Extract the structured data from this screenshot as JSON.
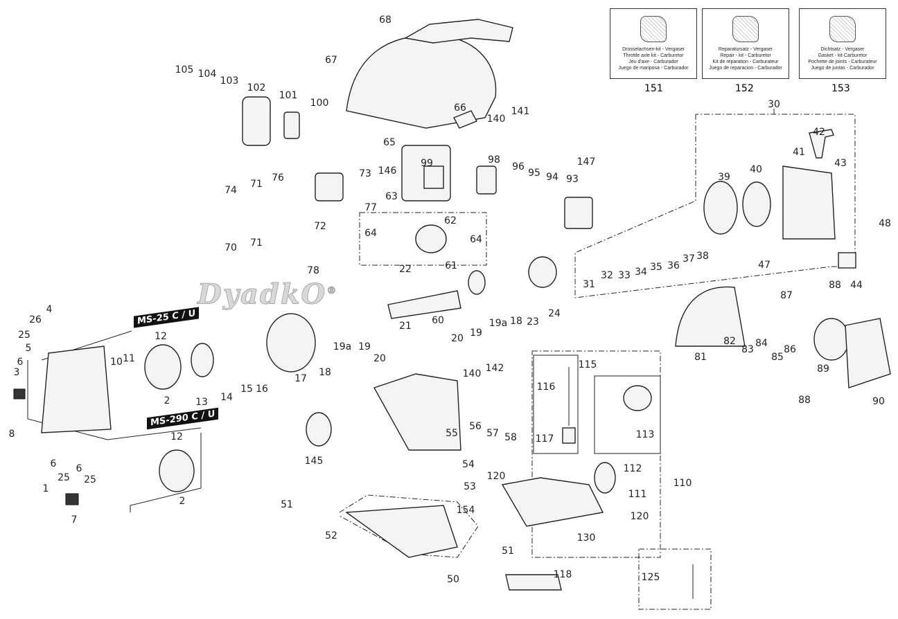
{
  "kits": [
    {
      "number": "151",
      "lines": [
        "Drosselachsen-kit - Vergaser",
        "Throttle axle kit - Carburetor",
        "Jeu d'axe - Carburador",
        "Juego de mariposa - Carburador"
      ]
    },
    {
      "number": "152",
      "lines": [
        "Reparatursatz - Vergaser",
        "Repair - kit - Carburetor",
        "Kit de réparation - Carburateur",
        "Juego de reparacion - Carburador"
      ]
    },
    {
      "number": "153",
      "lines": [
        "Dichtsatz - Vergaser",
        "Gasket - kit Carburetor",
        "Pochette de joints - Carburateur",
        "Juego de juntas - Carburador"
      ]
    }
  ],
  "model_tags": [
    "MS-25 C / U",
    "MS-290 C / U"
  ],
  "watermark": "DyadkO",
  "watermark_mark": "®",
  "part_labels": [
    "68",
    "67",
    "105",
    "104",
    "103",
    "102",
    "101",
    "100",
    "66",
    "140",
    "141",
    "65",
    "99",
    "98",
    "96",
    "95",
    "94",
    "93",
    "147",
    "146",
    "73",
    "76",
    "74",
    "71",
    "77",
    "72",
    "70",
    "71",
    "63",
    "62",
    "64",
    "64",
    "61",
    "78",
    "22",
    "21",
    "60",
    "20",
    "19",
    "19a",
    "18",
    "23",
    "24",
    "31",
    "32",
    "33",
    "34",
    "35",
    "36",
    "37",
    "38",
    "39",
    "40",
    "41",
    "42",
    "43",
    "48",
    "47",
    "44",
    "30",
    "87",
    "88",
    "82",
    "83",
    "84",
    "85",
    "86",
    "81",
    "89",
    "90",
    "88",
    "4",
    "26",
    "25",
    "5",
    "6",
    "3",
    "8",
    "10",
    "11",
    "12",
    "2",
    "13",
    "14",
    "15",
    "16",
    "17",
    "18",
    "19a",
    "19",
    "20",
    "140",
    "142",
    "115",
    "116",
    "117",
    "113",
    "112",
    "110",
    "111",
    "120",
    "120",
    "130",
    "125",
    "118",
    "56",
    "57",
    "58",
    "55",
    "54",
    "53",
    "145",
    "12",
    "6",
    "25",
    "6",
    "25",
    "1",
    "2",
    "7",
    "51",
    "154",
    "52",
    "51",
    "50"
  ]
}
